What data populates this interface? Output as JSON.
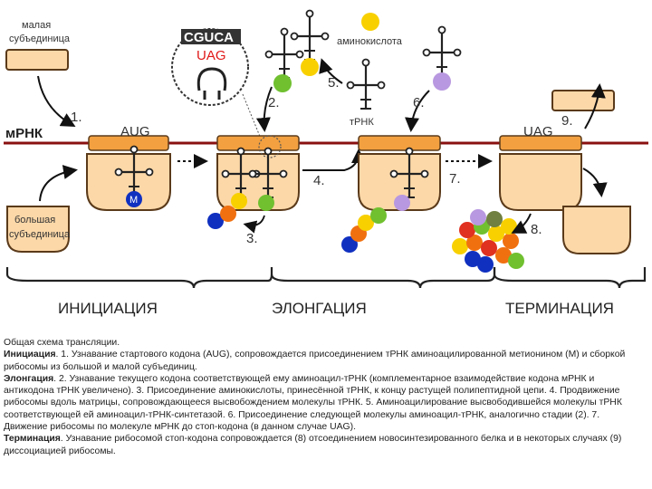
{
  "labels": {
    "small_subunit": [
      "малая",
      "субъединица"
    ],
    "large_subunit": [
      "большая",
      "субъединица"
    ],
    "mrna": "мРНК",
    "aminoacid": "аминокислота",
    "trna": "тРНК",
    "codon_aug": "AUG",
    "codon_uag": "UAG",
    "inset_top": "CGUCA",
    "inset_bottom": "UAG",
    "met": "M",
    "steps": [
      "1.",
      "2.",
      "3.",
      "4.",
      "5.",
      "6.",
      "7.",
      "8.",
      "9."
    ],
    "stage_initiation": "ИНИЦИАЦИЯ",
    "stage_elongation": "ЭЛОНГАЦИЯ",
    "stage_termination": "ТЕРМИНАЦИЯ"
  },
  "caption": {
    "title": "Общая схема трансляции.",
    "initiation_head": "Инициация",
    "initiation_text": ". 1. Узнавание стартового кодона (AUG), сопровождается присоединением тРНК аминоацилированной метионином (M) и сборкой рибосомы из большой и малой субъединиц.",
    "elongation_head": "Элонгация",
    "elongation_text": ". 2. Узнавание текущего кодона соответствующей ему аминоацил-тРНК (комплементарное взаимодействие кодона мРНК и антикодона тРНК увеличено). 3. Присоединение аминокислоты, принесённой тРНК, к концу растущей полипептидной цепи. 4. Продвижение рибосомы вдоль матрицы, сопровождающееся высвобождением молекулы тРНК. 5. Аминоацилирование высвободившейся молекулы тРНК соответствующей ей аминоацил-тРНК-синтетазой. 6. Присоединение следующей молекулы аминоацил-тРНК, аналогично стадии (2). 7. Движение рибосомы по молекуле мРНК до стоп-кодона (в данном случае UAG).",
    "termination_head": "Терминация",
    "termination_text": ". Узнавание рибосомой стоп-кодона сопровождается (8) отсоединением новосинтезированного белка и в некоторых случаях (9) диссоциацией рибосомы."
  },
  "colors": {
    "subunit_fill": "#fcd8a8",
    "subunit_stroke": "#5a3a1a",
    "mrna_line": "#8a1010",
    "codon_fill": "#f2a040",
    "aa_blue": "#1030c0",
    "aa_orange": "#f07010",
    "aa_yellow": "#f8d000",
    "aa_green": "#70c030",
    "aa_purple": "#b898e0",
    "aa_red": "#e03020",
    "inset_red": "#e01818"
  }
}
